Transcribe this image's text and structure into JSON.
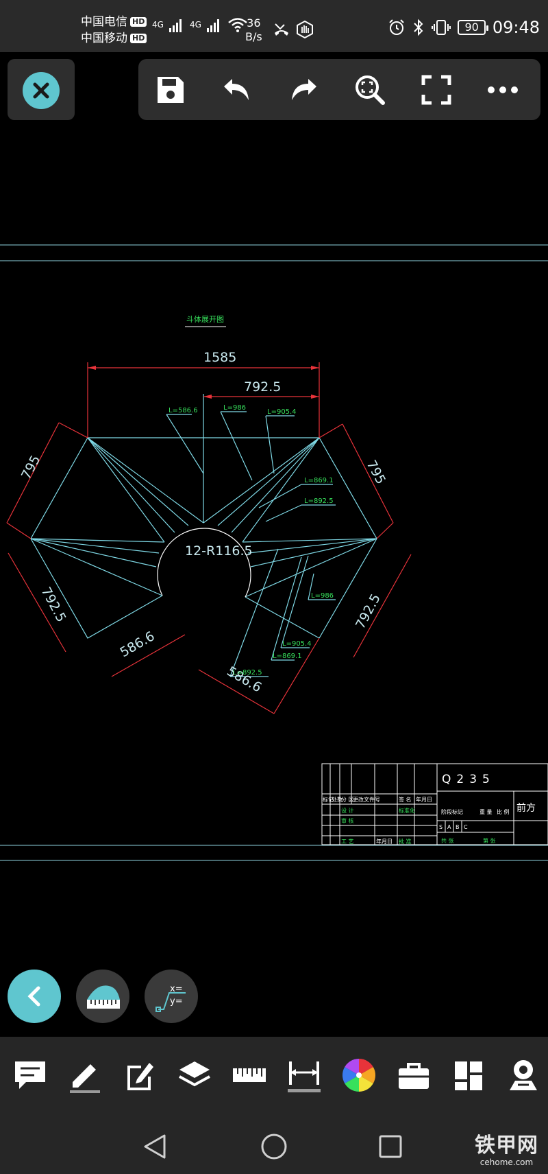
{
  "status_bar": {
    "carrier1": "中国电信",
    "carrier2": "中国移动",
    "hd_badge": "HD",
    "net1": "4G",
    "net2": "4G",
    "speed_value": "36",
    "speed_unit": "B/s",
    "battery": "90",
    "time": "09:48"
  },
  "toolbar": {
    "close": "close-icon",
    "save": "save-icon",
    "undo": "undo-icon",
    "redo": "redo-icon",
    "zoom": "zoom-extents-icon",
    "fullscreen": "fullscreen-icon",
    "more": "more-icon"
  },
  "drawing": {
    "title": "斗体展开图",
    "dims": {
      "total_width": "1585",
      "half_width": "792.5",
      "side_left": "795",
      "side_right": "795",
      "lower_left": "792.5",
      "lower_right": "792.5",
      "bottom_left": "586.6",
      "bottom_right": "586.6",
      "radius": "12-R116.5"
    },
    "lengths": {
      "l1": "L=586.6",
      "l2": "L=986",
      "l3": "L=905.4",
      "l4": "L=869.1",
      "l5": "L=892.5",
      "l6": "L=986",
      "l7": "L=905.4",
      "l8": "L=869.1",
      "l9": "L=892.5"
    },
    "title_block": {
      "material": "Q235",
      "part_name": "前方",
      "row1": [
        "标记",
        "处数",
        "分 区",
        "更改文件号",
        "签 名",
        "年月日"
      ],
      "design": "设 计",
      "standardize": "标准化",
      "review": "审 核",
      "process": "工 艺",
      "approve": "批 准",
      "date": "年月日",
      "stage_mark": "阶段标记",
      "weight": "重 量",
      "ratio": "比 例",
      "sheets_total": "共 张",
      "sheet_no": "第 张",
      "stages": [
        "S",
        "A",
        "B",
        "C"
      ]
    },
    "colors": {
      "cyan": "#7fd9e6",
      "red": "#e8333a",
      "green": "#37e05c",
      "white": "#ffffff"
    }
  },
  "float_buttons": {
    "back": "back-chevron-icon",
    "measure": "measure-area-icon",
    "coords": "coordinates-icon",
    "coord_x": "x=",
    "coord_y": "y="
  },
  "bottom_tools": [
    "comment-icon",
    "pencil-icon",
    "edit-icon",
    "layers-icon",
    "ruler-icon",
    "dimension-icon",
    "color-wheel-icon",
    "toolbox-icon",
    "blocks-icon",
    "viewer-3d-icon"
  ],
  "nav_bar": {
    "back": "nav-back-icon",
    "home": "nav-home-icon",
    "recent": "nav-recent-icon"
  },
  "watermark": {
    "cn": "铁甲网",
    "en": "cehome.com"
  }
}
